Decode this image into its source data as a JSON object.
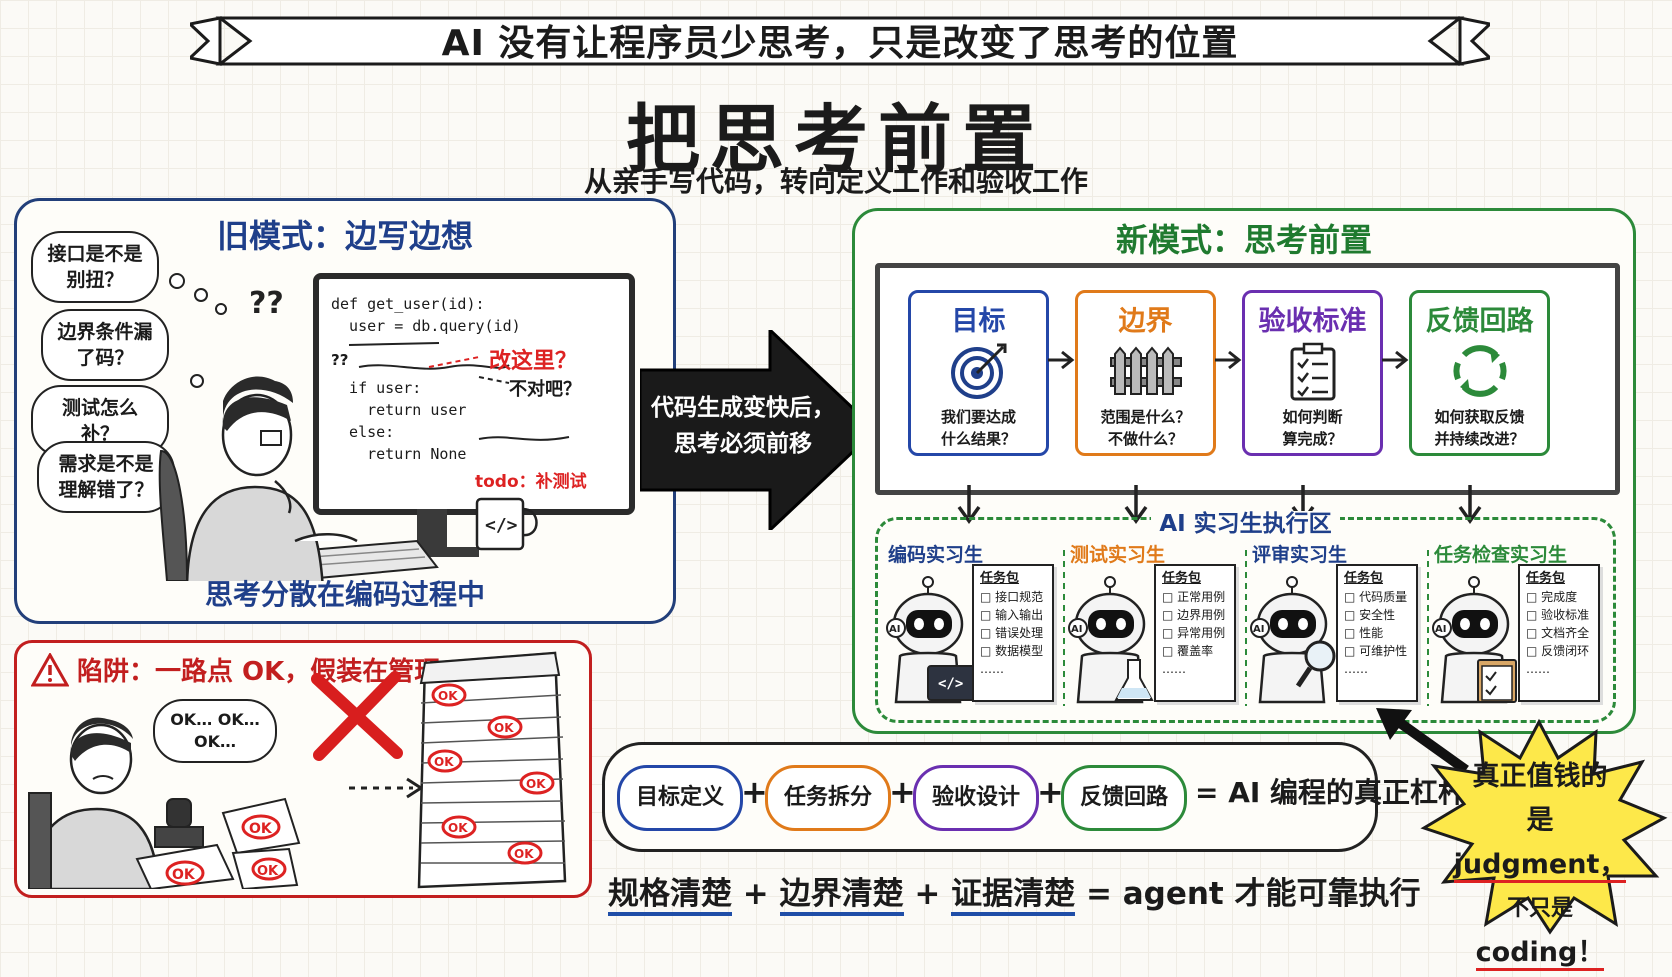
{
  "banner_title": "AI 没有让程序员少思考，只是改变了思考的位置",
  "main_title": "把思考前置",
  "subtitle": "从亲手写代码，转向定义工作和验收工作",
  "old_mode": {
    "title": "旧模式：边写边想",
    "thoughts": [
      "接口是不是别扭？",
      "边界条件漏了码？",
      "测试怎么补？",
      "需求是不是理解错了？"
    ],
    "code_lines": [
      "def get_user(id):",
      "  user = db.query(id)",
      "  if user:",
      "    return user",
      "  else:",
      "    return None"
    ],
    "annotations": [
      "改这里？",
      "不对吧？",
      "todo：补测试",
      "??"
    ],
    "caption": "思考分散在编码过程中"
  },
  "arrow_text": [
    "代码生成变快后，",
    "思考必须前移"
  ],
  "new_mode": {
    "title": "新模式：思考前置",
    "steps": [
      {
        "title": "目标",
        "desc": [
          "我们要达成",
          "什么结果？"
        ],
        "color": "#2447a8"
      },
      {
        "title": "边界",
        "desc": [
          "范围是什么？",
          "不做什么？"
        ],
        "color": "#e07a1a"
      },
      {
        "title": "验收标准",
        "desc": [
          "如何判断",
          "算完成？"
        ],
        "color": "#6a2fb0"
      },
      {
        "title": "反馈回路",
        "desc": [
          "如何获取反馈",
          "并持续改进？"
        ],
        "color": "#2c8a3a"
      }
    ],
    "zone_title": "AI 实习生执行区",
    "interns": [
      {
        "name": "编码实习生",
        "color": "#1f3f8a",
        "card_title": "任务包",
        "items": [
          "接口规范",
          "输入输出",
          "错误处理",
          "数据模型",
          "……"
        ]
      },
      {
        "name": "测试实习生",
        "color": "#e07a1a",
        "card_title": "任务包",
        "items": [
          "正常用例",
          "边界用例",
          "异常用例",
          "覆盖率",
          "……"
        ]
      },
      {
        "name": "评审实习生",
        "color": "#1f3f8a",
        "card_title": "任务包",
        "items": [
          "代码质量",
          "安全性",
          "性能",
          "可维护性",
          "……"
        ]
      },
      {
        "name": "任务检查实习生",
        "color": "#2c8a3a",
        "card_title": "任务包",
        "items": [
          "完成度",
          "验收标准",
          "文档齐全",
          "反馈闭环",
          "……"
        ]
      }
    ]
  },
  "trap": {
    "title": "陷阱：一路点 OK，假装在管理",
    "bubble": [
      "OK… OK…",
      "OK…"
    ],
    "stamp": "OK"
  },
  "formula": {
    "terms": [
      {
        "label": "目标定义",
        "color": "#2447a8"
      },
      {
        "label": "任务拆分",
        "color": "#e07a1a"
      },
      {
        "label": "验收设计",
        "color": "#6a2fb0"
      },
      {
        "label": "反馈回路",
        "color": "#2c8a3a"
      }
    ],
    "plus": "+",
    "result": "= AI 编程的真正杠杆"
  },
  "bottom_line": {
    "a": "规格清楚",
    "b": "边界清楚",
    "c": "证据清楚",
    "plus": "+",
    "rest": "= agent 才能可靠执行"
  },
  "burst": {
    "line1": "真正值钱的",
    "line2_a": "是 ",
    "line2_b": "judgment，",
    "line3_a": "不只是 ",
    "line3_b": "coding！"
  }
}
